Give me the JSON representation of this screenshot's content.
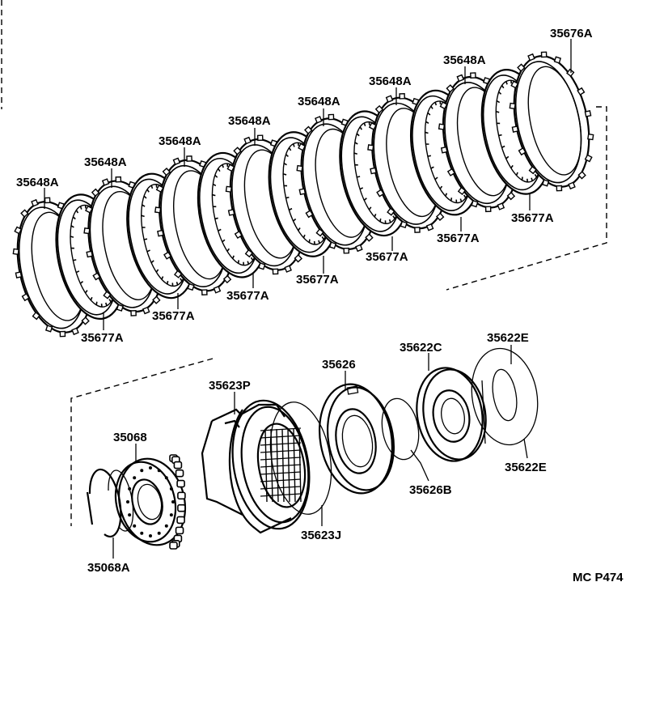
{
  "diagram": {
    "code": "MC P474",
    "parts": {
      "p35676A": "35676A",
      "p35648A": "35648A",
      "p35677A": "35677A",
      "p35068": "35068",
      "p35068A": "35068A",
      "p35623P": "35623P",
      "p35623J": "35623J",
      "p35626": "35626",
      "p35626B": "35626B",
      "p35622C": "35622C",
      "p35622E": "35622E"
    }
  }
}
